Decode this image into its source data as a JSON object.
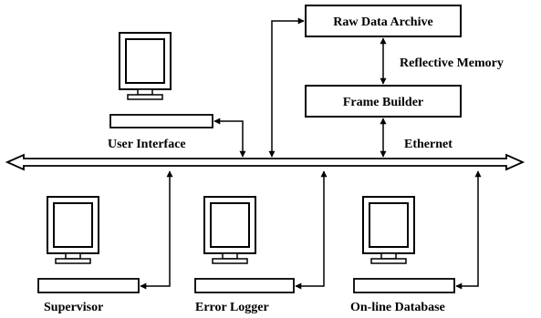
{
  "boxes": {
    "raw_data_archive": "Raw Data Archive",
    "frame_builder": "Frame Builder"
  },
  "computers": {
    "user_interface": "User Interface",
    "supervisor": "Supervisor",
    "error_logger": "Error Logger",
    "online_database": "On-line Database"
  },
  "links": {
    "reflective_memory": "Reflective Memory",
    "ethernet": "Ethernet"
  }
}
